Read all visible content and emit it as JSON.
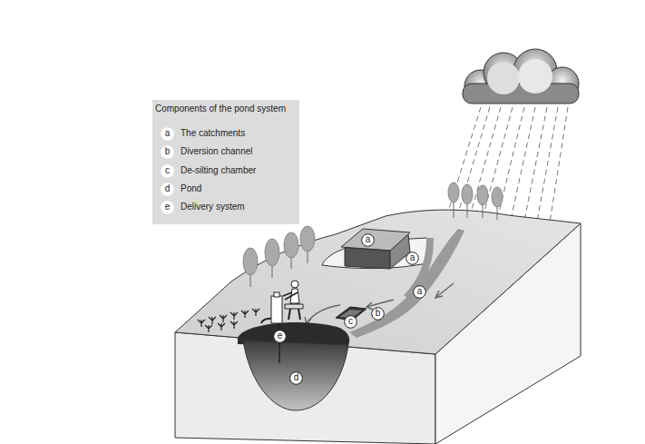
{
  "diagram": {
    "nodes": [
      {
        "text": [
          "Components of the pond system"
        ]
      },
      {
        "text": [
          "a"
        ],
        "in": 0
      },
      {
        "text": [
          "b"
        ],
        "in": 0
      },
      {
        "text": [
          "c"
        ],
        "in": 0
      },
      {
        "text": [
          "d"
        ],
        "in": 0
      },
      {
        "text": [
          "e"
        ],
        "in": 0
      },
      {
        "text": [
          "a"
        ]
      },
      {
        "text": [
          "a"
        ]
      },
      {
        "text": [
          "a"
        ]
      },
      {
        "text": [
          "b"
        ]
      },
      {
        "text": [
          "c"
        ]
      },
      {
        "text": [
          "e"
        ]
      },
      {
        "text": [
          "d"
        ]
      }
    ],
    "legend": [
      {
        "text": "The catchments"
      },
      {
        "text": "Diversion channel"
      },
      {
        "text": "De-silting chamber"
      },
      {
        "text": "Pond"
      },
      {
        "text": "Delivery system"
      }
    ]
  }
}
